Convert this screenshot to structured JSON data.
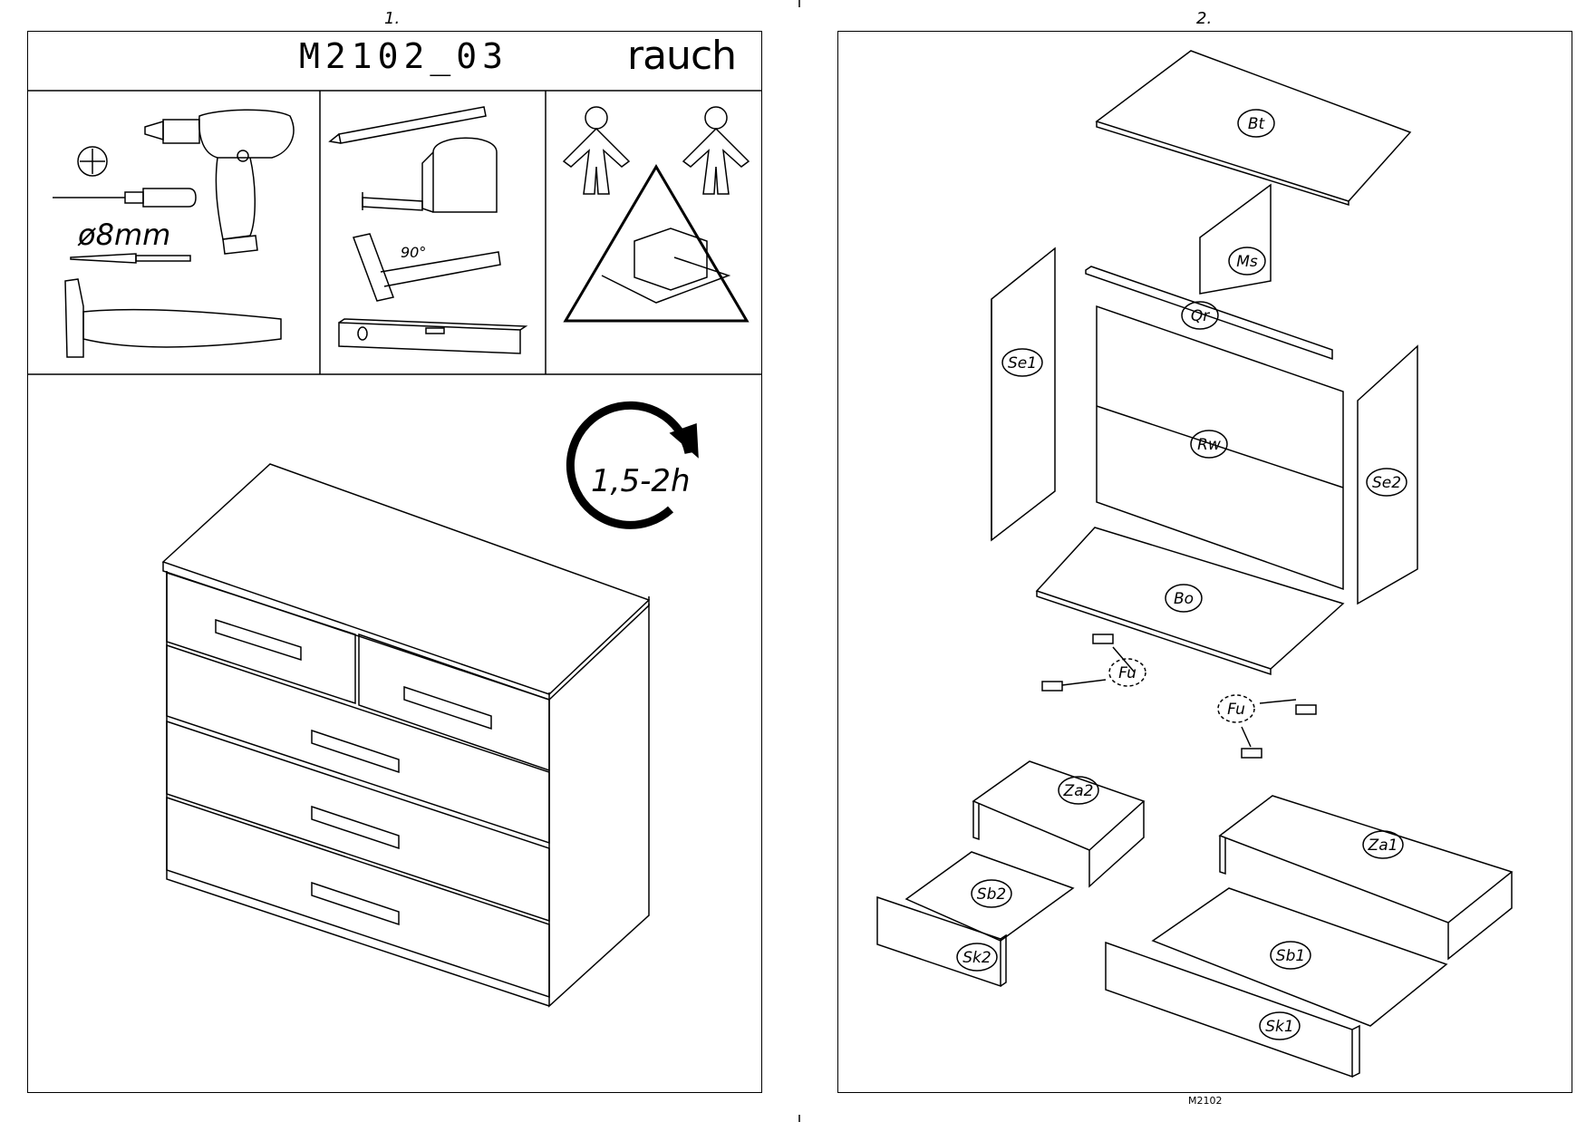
{
  "pages": [
    {
      "number": "1.",
      "model": "M2102_03",
      "brand": "rauch"
    },
    {
      "number": "2.",
      "footer": "M2102"
    }
  ],
  "tools": {
    "drill_size": "ø8mm",
    "angle": "90°"
  },
  "assembly_time": "1,5-2h",
  "parts": [
    "Bt",
    "Ms",
    "Qr",
    "Se1",
    "Rw",
    "Se2",
    "Bo",
    "Fu",
    "Fu",
    "Za2",
    "Za1",
    "Sb2",
    "Sk2",
    "Sb1",
    "Sk1"
  ],
  "icons": [
    "drill-icon",
    "phillips-bit-icon",
    "screwdriver-icon",
    "drill-bit-icon",
    "hammer-icon",
    "pencil-icon",
    "tape-measure-icon",
    "try-square-icon",
    "spirit-level-icon",
    "two-persons-icon",
    "warning-triangle-icon",
    "clock-arrow-icon"
  ]
}
